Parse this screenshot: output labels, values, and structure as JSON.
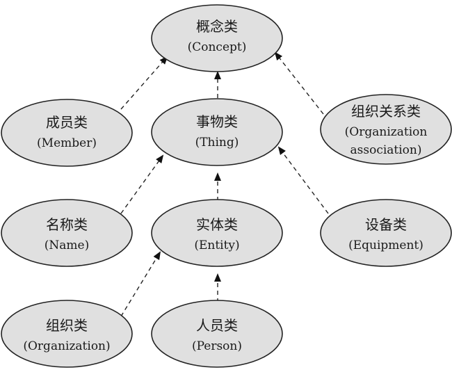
{
  "diagram": {
    "colors": {
      "node_fill": "#e0e0e0",
      "node_stroke": "#222222",
      "edge": "#222222",
      "text": "#1a1a1a"
    },
    "edge_style": "dashed-arrow",
    "nodes": [
      {
        "id": "concept",
        "label_cn": "概念类",
        "label_en": "(Concept)"
      },
      {
        "id": "member",
        "label_cn": "成员类",
        "label_en": "(Member)"
      },
      {
        "id": "thing",
        "label_cn": "事物类",
        "label_en": "(Thing)"
      },
      {
        "id": "org_assoc",
        "label_cn": "组织关系类",
        "label_en_1": "(Organization",
        "label_en_2": "association)"
      },
      {
        "id": "name",
        "label_cn": "名称类",
        "label_en": "(Name)"
      },
      {
        "id": "entity",
        "label_cn": "实体类",
        "label_en": "(Entity)"
      },
      {
        "id": "equipment",
        "label_cn": "设备类",
        "label_en": "(Equipment)"
      },
      {
        "id": "organization",
        "label_cn": "组织类",
        "label_en": "(Organization)"
      },
      {
        "id": "person",
        "label_cn": "人员类",
        "label_en": "(Person)"
      }
    ],
    "edges": [
      {
        "from": "member",
        "to": "concept"
      },
      {
        "from": "thing",
        "to": "concept"
      },
      {
        "from": "org_assoc",
        "to": "concept"
      },
      {
        "from": "name",
        "to": "thing"
      },
      {
        "from": "entity",
        "to": "thing"
      },
      {
        "from": "equipment",
        "to": "thing"
      },
      {
        "from": "organization",
        "to": "entity"
      },
      {
        "from": "person",
        "to": "entity"
      }
    ]
  }
}
